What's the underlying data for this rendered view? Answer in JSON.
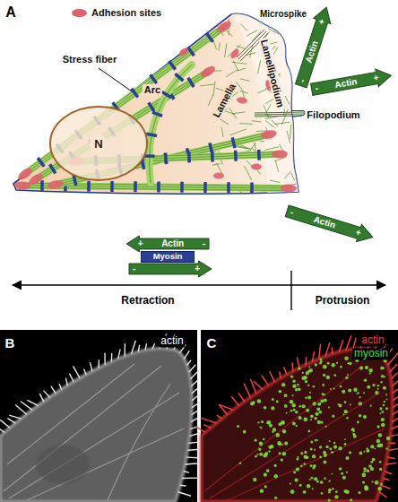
{
  "diagram": {
    "nodes": [
      {
        "text": [
          "N"
        ]
      },
      {
        "text": [
          "-",
          "Actin",
          "+"
        ]
      },
      {
        "text": [
          "-",
          "Actin",
          "+"
        ]
      },
      {
        "text": [
          "-",
          "Actin",
          "+"
        ]
      },
      {
        "text": [
          "+",
          "Actin",
          "-"
        ]
      },
      {
        "text": [
          "Myosin"
        ]
      },
      {
        "text": [
          "-",
          "+"
        ]
      }
    ],
    "labels": [
      "A",
      "Stress fiber",
      "Microspike",
      "Arc",
      "Lamella",
      "Lamellipodium",
      "Filopodium",
      "Retraction",
      "Protrusion",
      "B",
      "actin",
      "C",
      "actin",
      "myosin"
    ],
    "legend": [
      {
        "text": "Adhesion sites",
        "color": "#e0606e"
      }
    ]
  }
}
